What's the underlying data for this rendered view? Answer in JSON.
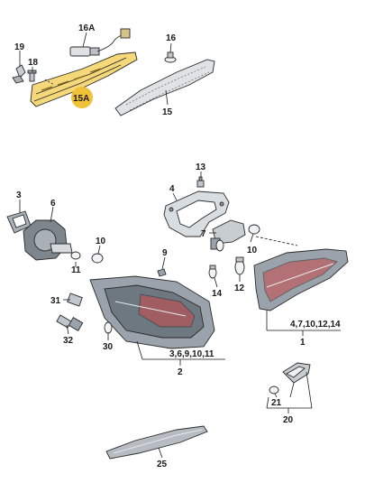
{
  "labels": {
    "p19": "19",
    "p18": "18",
    "p16a": "16A",
    "p15a": "15A",
    "p16": "16",
    "p15": "15",
    "p13": "13",
    "p4": "4",
    "p3": "3",
    "p6": "6",
    "p10a": "10",
    "p11": "11",
    "p9": "9",
    "p7": "7",
    "p10b": "10",
    "p14": "14",
    "p12": "12",
    "p31": "31",
    "p32": "32",
    "p30": "30",
    "p2_items": "3,6,9,10,11",
    "p2": "2",
    "p1_items": "4,7,10,12,14",
    "p1": "1",
    "p21": "21",
    "p20": "20",
    "p25": "25"
  },
  "colors": {
    "highlight": "#f5d87a",
    "callout_highlight": "#f0c238",
    "lamp_gray": "#9aa3ab",
    "lamp_dark": "#6e7880",
    "lamp_light": "#e6e9ec",
    "lens_red": "#c94a4a",
    "outline": "#2a2a2a"
  }
}
